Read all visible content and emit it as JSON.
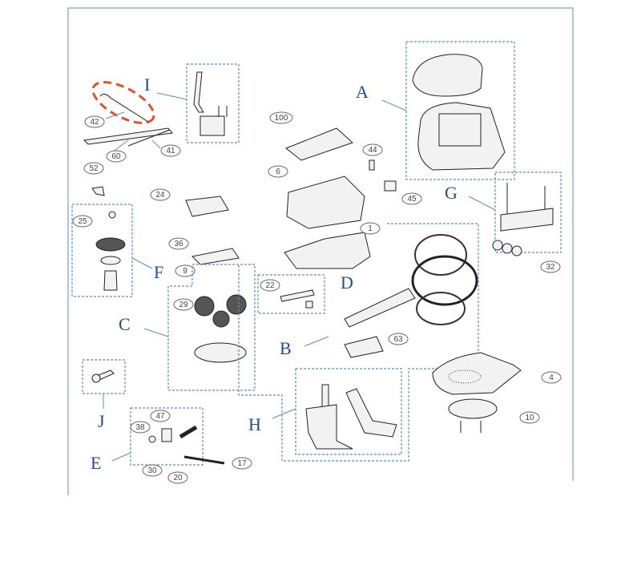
{
  "groups": {
    "A": "A",
    "B": "B",
    "C": "C",
    "D": "D",
    "E": "E",
    "F": "F",
    "G": "G",
    "H": "H",
    "I": "I",
    "J": "J"
  },
  "callouts": {
    "c1": "1",
    "c4": "4",
    "c6": "6",
    "c9": "9",
    "c10": "10",
    "c17": "17",
    "c20": "20",
    "c22": "22",
    "c24": "24",
    "c25": "25",
    "c29": "29",
    "c30": "30",
    "c32": "32",
    "c36": "36",
    "c38": "38",
    "c41": "41",
    "c42": "42",
    "c44": "44",
    "c45": "45",
    "c47": "47",
    "c52": "52",
    "c60": "60",
    "c63": "63",
    "c100": "100"
  },
  "colors": {
    "frame": "#5b8fb9",
    "letter": "#1f4e8c",
    "highlight": "#e0522c"
  }
}
